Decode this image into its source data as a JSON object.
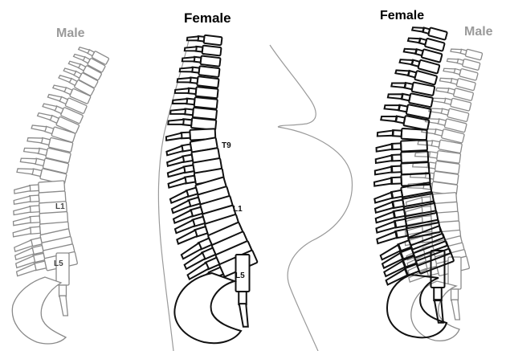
{
  "panels": [
    {
      "title": "Male",
      "vertebra_labels": [
        "L1",
        "L5"
      ]
    },
    {
      "title": "Female",
      "vertebra_labels": [
        "T9",
        "L1",
        "L5"
      ]
    },
    {
      "titles": [
        "Female",
        "Male"
      ]
    }
  ],
  "colors": {
    "male_outline": "#8a8a8a",
    "female_outline": "#111111",
    "body_outline": "#9a9a9a",
    "male_title": "#9a9a9a",
    "female_title": "#000000"
  },
  "icons": [
    "spine-illustration",
    "body-silhouette"
  ]
}
